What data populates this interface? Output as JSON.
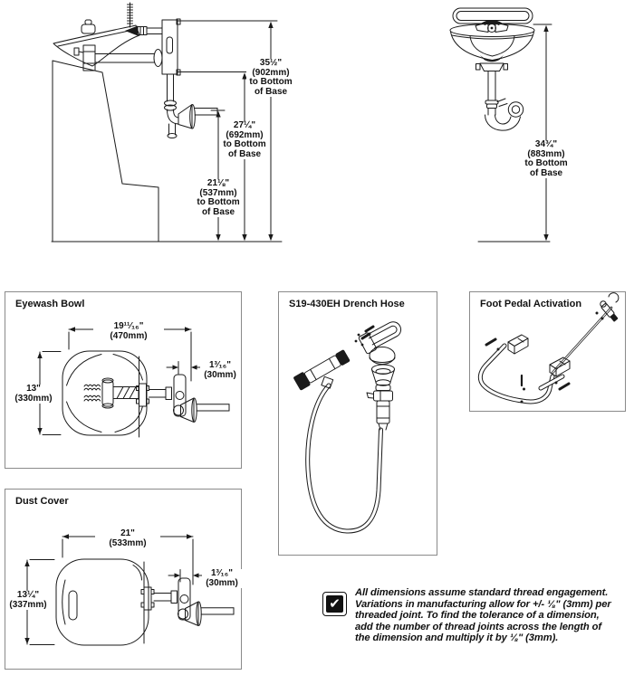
{
  "colors": {
    "line": "#1a1a1a",
    "panel_border": "#8a8a8a",
    "background": "#ffffff"
  },
  "top_left_view": {
    "description": "pedestal eyewash side view",
    "dims": [
      {
        "inches": "35½\"",
        "mm": "(902mm)",
        "l3": "to Bottom",
        "l4": "of Base"
      },
      {
        "inches": "27¼\"",
        "mm": "(692mm)",
        "l3": "to Bottom",
        "l4": "of Base"
      },
      {
        "inches": "21⅛\"",
        "mm": "(537mm)",
        "l3": "to Bottom",
        "l4": "of Base"
      }
    ]
  },
  "top_right_view": {
    "description": "wall mounted eyewash front view",
    "dims": [
      {
        "inches": "34¾\"",
        "mm": "(883mm)",
        "l3": "to Bottom",
        "l4": "of Base"
      }
    ]
  },
  "panels": {
    "eyewash_bowl": {
      "title": "Eyewash Bowl",
      "width_in": "19¹¹⁄₁₆\"",
      "width_mm": "(470mm)",
      "height_in": "13\"",
      "height_mm": "(330mm)",
      "offset_in": "1³⁄₁₆\"",
      "offset_mm": "(30mm)"
    },
    "drench_hose": {
      "title": "S19-430EH Drench Hose"
    },
    "foot_pedal": {
      "title": "Foot Pedal Activation"
    },
    "dust_cover": {
      "title": "Dust Cover",
      "width_in": "21\"",
      "width_mm": "(533mm)",
      "height_in": "13¼\"",
      "height_mm": "(337mm)",
      "offset_in": "1³⁄₁₆\"",
      "offset_mm": "(30mm)"
    }
  },
  "note": {
    "checkbox_icon": "✔",
    "line1": "All dimensions assume standard thread engagement.",
    "line2": "Variations in manufacturing allow for +/- ⅛\" (3mm) per",
    "line3": "threaded joint. To find the tolerance of a dimension,",
    "line4": "add the number of thread joints across the length of",
    "line5": "the dimension and multiply it by ⅛\" (3mm)."
  }
}
